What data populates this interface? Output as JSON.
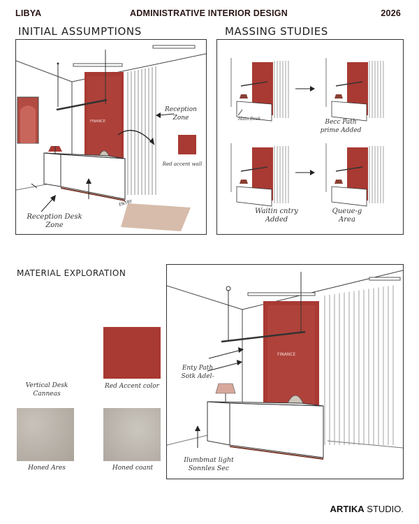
{
  "header": {
    "left": "LIBYA",
    "center": "ADMINISTRATIVE INTERIOR DESIGN",
    "right": "2026"
  },
  "sections": {
    "initial": "INITIAL ASSUMPTIONS",
    "massing": "MASSING STUDIES",
    "material": "MATERIAL EXPLORATION"
  },
  "initial_notes": {
    "reception_zone": "Reception\nZone",
    "accent_wall": "Red accent wall",
    "desk_zone": "Reception Desk\nZone",
    "entry": "ENTRY",
    "logo": "FINANCE"
  },
  "massing_notes": {
    "main_desk": "Main Desk",
    "back_path": "Becc Path\nprime Added",
    "waiting": "Waitin cntry\nAdded",
    "queuing": "Queue-g\nArea"
  },
  "materials": [
    {
      "label": "Vertical Desk\nCanneas",
      "color": "#ffffff"
    },
    {
      "label": "Red Accent color",
      "color": "#a83a33"
    },
    {
      "label": "Honed Ares",
      "color": "#b9b3ab"
    },
    {
      "label": "Honed coant",
      "color": "#bfb9b1"
    }
  ],
  "final_notes": {
    "entry_path": "Enty Path\nSotk Adel-",
    "lighting": "Ilumbmat light\nSonnles Sec",
    "logo": "FINANCE"
  },
  "colors": {
    "accent_red": "#a83a33",
    "line": "#333333"
  },
  "brand": {
    "bold": "ARTIKA",
    "light": " STUDIO."
  }
}
